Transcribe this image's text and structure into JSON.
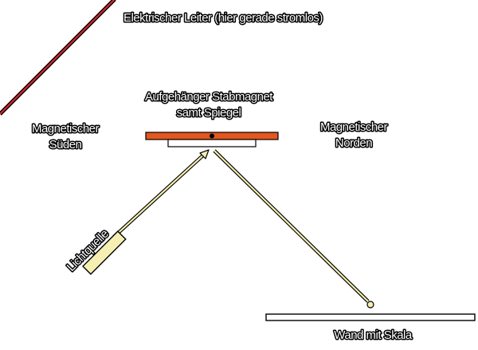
{
  "labels": {
    "conductor": "Elektrischer Leiter (hier gerade stromlos)",
    "magnet_line1": "Aufgehänger Stabmagnet",
    "magnet_line2": "samt Spiegel",
    "south_line1": "Magnetischer",
    "south_line2": "Süden",
    "north_line1": "Magnetischer",
    "north_line2": "Norden",
    "light_source": "Lichtquelle",
    "wall": "Wand mit Skala"
  },
  "colors": {
    "conductor_red": "#d9262b",
    "magnet_orange": "#e4571f",
    "light_yellow": "#f6efb2",
    "outline": "#000000"
  }
}
